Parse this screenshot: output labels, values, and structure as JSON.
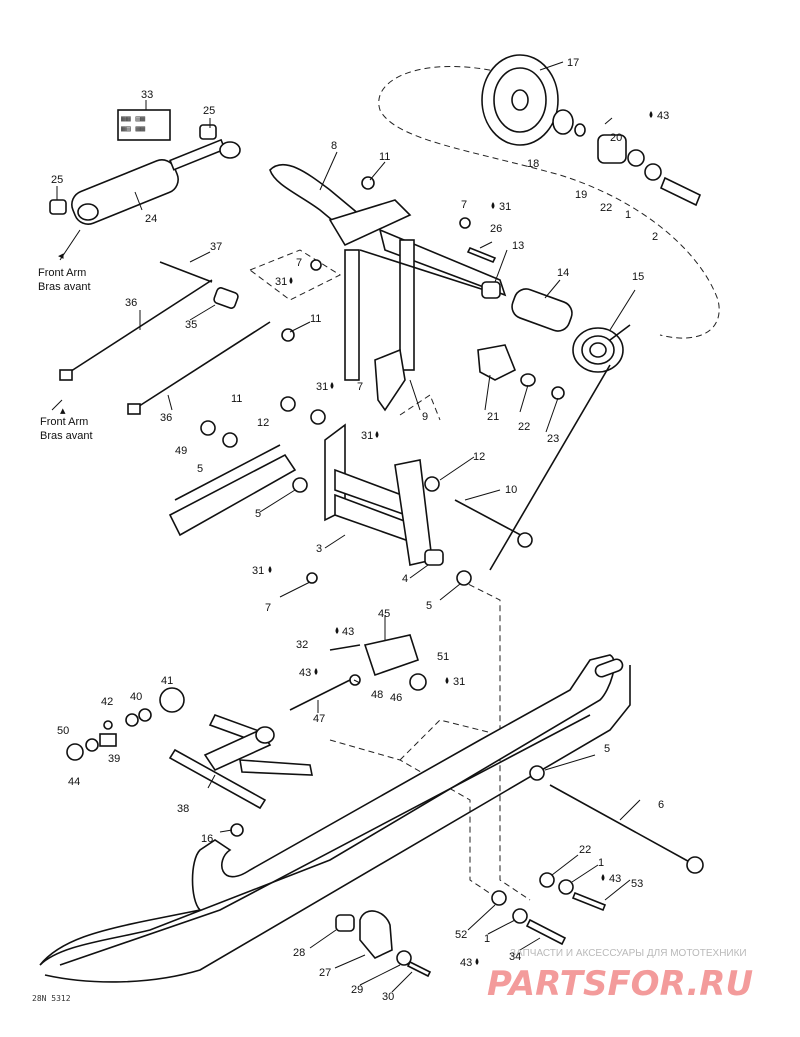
{
  "notes": {
    "front_arm_1_en": "Front Arm",
    "front_arm_1_fr": "Bras avant",
    "front_arm_2_en": "Front Arm",
    "front_arm_2_fr": "Bras avant"
  },
  "diagram_code": "28N 5312",
  "watermark": {
    "tagline": "ЗАПЧАСТИ И АКСЕССУАРЫ ДЛЯ МОТОТЕХНИКИ",
    "brand": "PARTSFOR.RU"
  },
  "callouts": {
    "c1a": "1",
    "c1b": "1",
    "c1c": "1",
    "c2": "2",
    "c3": "3",
    "c4": "4",
    "c5a": "5",
    "c5b": "5",
    "c5c": "5",
    "c5d": "5",
    "c6": "6",
    "c7a": "7",
    "c7b": "7",
    "c7c": "7",
    "c7d": "7",
    "c8": "8",
    "c9": "9",
    "c10": "10",
    "c11a": "11",
    "c11b": "11",
    "c11c": "11",
    "c12a": "12",
    "c12b": "12",
    "c13": "13",
    "c14": "14",
    "c15": "15",
    "c16": "16",
    "c17": "17",
    "c18": "18",
    "c19": "19",
    "c20": "20",
    "c21": "21",
    "c22a": "22",
    "c22b": "22",
    "c22c": "22",
    "c23": "23",
    "c24": "24",
    "c25a": "25",
    "c25b": "25",
    "c26": "26",
    "c27": "27",
    "c28": "28",
    "c29": "29",
    "c30": "30",
    "c31a": "31",
    "c31b": "31",
    "c31c": "31",
    "c31d": "31",
    "c31e": "31",
    "c31f": "31",
    "c32": "32",
    "c33": "33",
    "c34": "34",
    "c35": "35",
    "c36a": "36",
    "c36b": "36",
    "c37": "37",
    "c38": "38",
    "c39": "39",
    "c40": "40",
    "c41": "41",
    "c42": "42",
    "c43a": "43",
    "c43b": "43",
    "c43c": "43",
    "c43d": "43",
    "c43e": "43",
    "c44": "44",
    "c45": "45",
    "c46": "46",
    "c47": "47",
    "c48": "48",
    "c49": "49",
    "c50": "50",
    "c51": "51",
    "c52": "52",
    "c53": "53"
  }
}
